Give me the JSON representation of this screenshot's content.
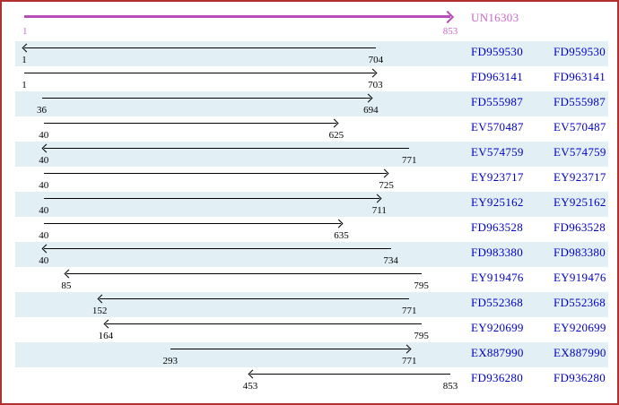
{
  "colors": {
    "border": "#b23030",
    "band": "#e2eff5",
    "reference_arrow": "#b84cb8",
    "reference_text": "#cc66cc",
    "accession_link": "#0000cc",
    "match_arrow": "#000000"
  },
  "chart_data": {
    "type": "bar",
    "subtype": "horizontal-range-arrows-alignment",
    "title": "",
    "xlabel": "",
    "ylabel": "",
    "axis_range": [
      1,
      853
    ],
    "grid": false,
    "legend": false,
    "reference": {
      "name": "UN16303",
      "start": 1,
      "end": 853,
      "direction": "right"
    },
    "rows": [
      {
        "name": "FD959530",
        "start": 1,
        "end": 704,
        "direction": "left"
      },
      {
        "name": "FD963141",
        "start": 1,
        "end": 703,
        "direction": "right"
      },
      {
        "name": "FD555987",
        "start": 36,
        "end": 694,
        "direction": "right"
      },
      {
        "name": "EV570487",
        "start": 40,
        "end": 625,
        "direction": "right"
      },
      {
        "name": "EV574759",
        "start": 40,
        "end": 771,
        "direction": "left"
      },
      {
        "name": "EY923717",
        "start": 40,
        "end": 725,
        "direction": "right"
      },
      {
        "name": "EY925162",
        "start": 40,
        "end": 711,
        "direction": "right"
      },
      {
        "name": "FD963528",
        "start": 40,
        "end": 635,
        "direction": "right"
      },
      {
        "name": "FD983380",
        "start": 40,
        "end": 734,
        "direction": "left"
      },
      {
        "name": "EY919476",
        "start": 85,
        "end": 795,
        "direction": "left"
      },
      {
        "name": "FD552368",
        "start": 152,
        "end": 771,
        "direction": "left"
      },
      {
        "name": "EY920699",
        "start": 164,
        "end": 795,
        "direction": "left"
      },
      {
        "name": "EX887990",
        "start": 293,
        "end": 771,
        "direction": "right"
      },
      {
        "name": "FD936280",
        "start": 453,
        "end": 853,
        "direction": "left"
      }
    ]
  }
}
